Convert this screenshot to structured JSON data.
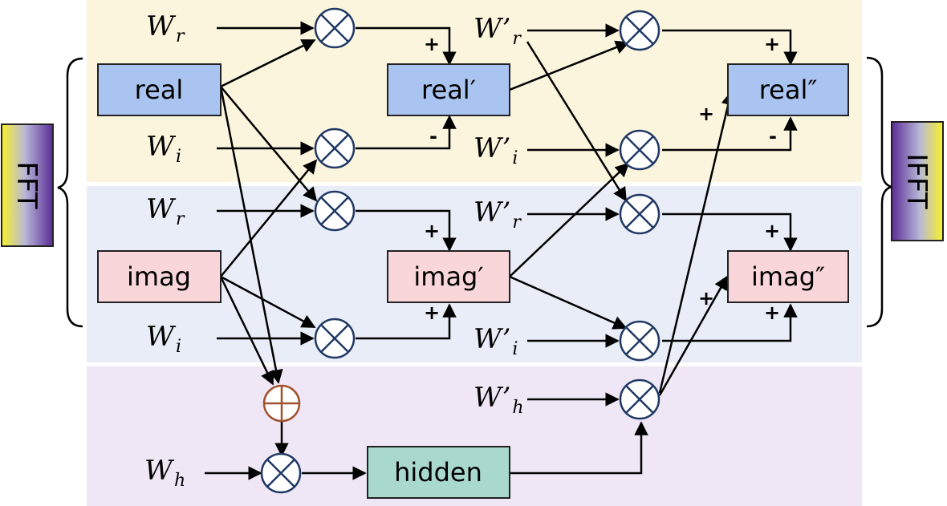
{
  "blocks": {
    "real": "real",
    "imag": "imag",
    "real1": "real′",
    "imag1": "imag′",
    "real2": "real″",
    "imag2": "imag″",
    "hidden": "hidden"
  },
  "side": {
    "fft": "FFT",
    "ifft": "IFFT"
  },
  "weights": {
    "w_base": "W",
    "w_prime": "W’",
    "sub_r": "r",
    "sub_i": "i",
    "sub_h": "h"
  },
  "signs": {
    "plus": "+",
    "minus": "-"
  },
  "colors": {
    "band_top": "#fcf5dd",
    "band_mid": "#e9edf7",
    "band_bottom": "#efe7f6",
    "real_box": "#a9c4f0",
    "imag_box": "#f9d6d9",
    "hidden_box": "#a8d8ce",
    "op_circle": "#1f3864",
    "add_circle": "#a0522d"
  }
}
